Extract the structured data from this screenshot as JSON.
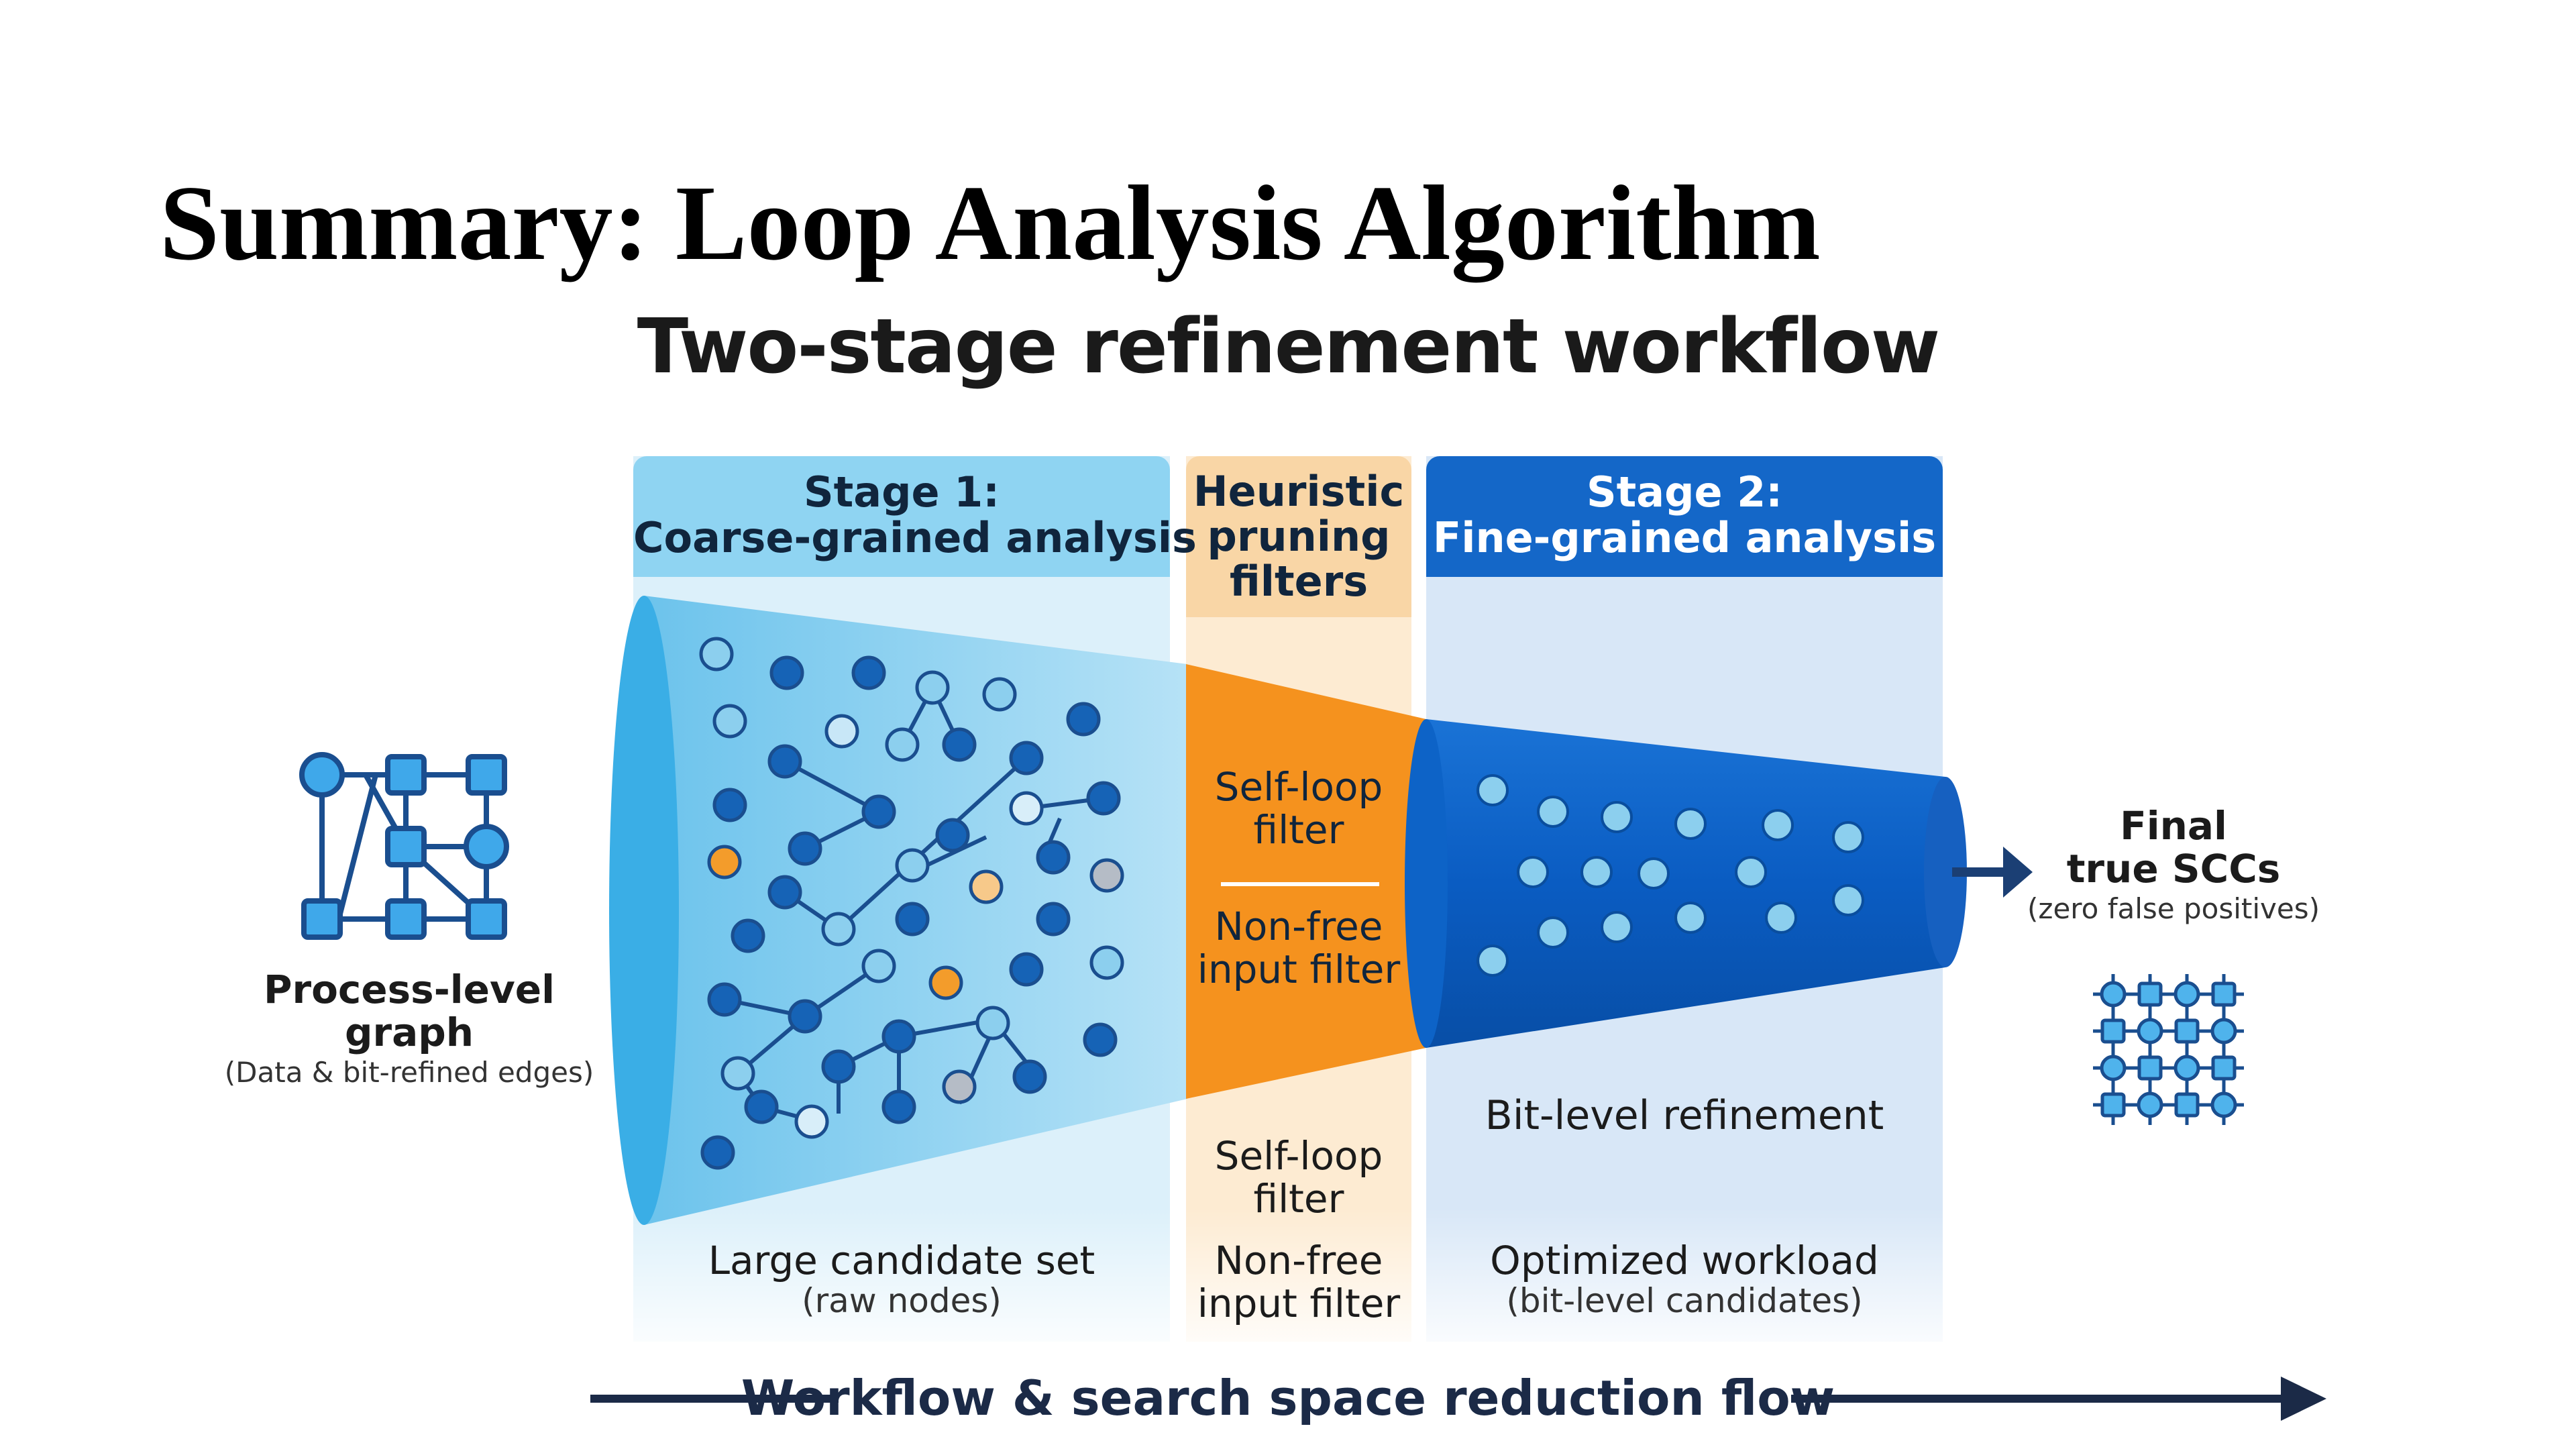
{
  "title": "Summary: Loop Analysis Algorithm",
  "workflow_title": "Two-stage refinement workflow",
  "stage1": {
    "heading_line1": "Stage 1:",
    "heading_line2": "Coarse-grained analysis",
    "footer_main": "Large candidate set",
    "footer_sub": "(raw nodes)"
  },
  "heuristic": {
    "heading_line1": "Heuristic",
    "heading_line2": "pruning",
    "heading_line3": "filters",
    "filter1_line1": "Self-loop",
    "filter1_line2": "filter",
    "filter2_line1": "Non-free",
    "filter2_line2": "input filter",
    "lower1_line1": "Self-loop",
    "lower1_line2": "filter",
    "lower2_line1": "Non-free",
    "lower2_line2": "input filter"
  },
  "stage2": {
    "heading_line1": "Stage 2:",
    "heading_line2": "Fine-grained analysis",
    "refinement": "Bit-level refinement",
    "footer_main": "Optimized workload",
    "footer_sub": "(bit-level candidates)"
  },
  "input": {
    "label_line1": "Process-level",
    "label_line2": "graph",
    "sub": "(Data & bit-refined edges)"
  },
  "output": {
    "label_line1": "Final",
    "label_line2": "true SCCs",
    "sub": "(zero false positives)"
  },
  "flow_label": "Workflow & search space reduction flow",
  "colors": {
    "stage1_header": "#8fd4f2",
    "stage1_panel": "#dcf0fa",
    "funnel_light": "#7fcbee",
    "heuristic_header": "#f9d6a6",
    "heuristic_panel": "#fdebd2",
    "filter_orange": "#f5921e",
    "stage2_header": "#1467c8",
    "stage2_panel": "#d8e7f7",
    "tube_dark": "#0a5cc2",
    "node_dark": "#1663b6",
    "node_light": "#8ccfee",
    "node_orange": "#f39c2b",
    "node_gray": "#b5bcc6",
    "arrow_navy": "#1b2a47"
  }
}
